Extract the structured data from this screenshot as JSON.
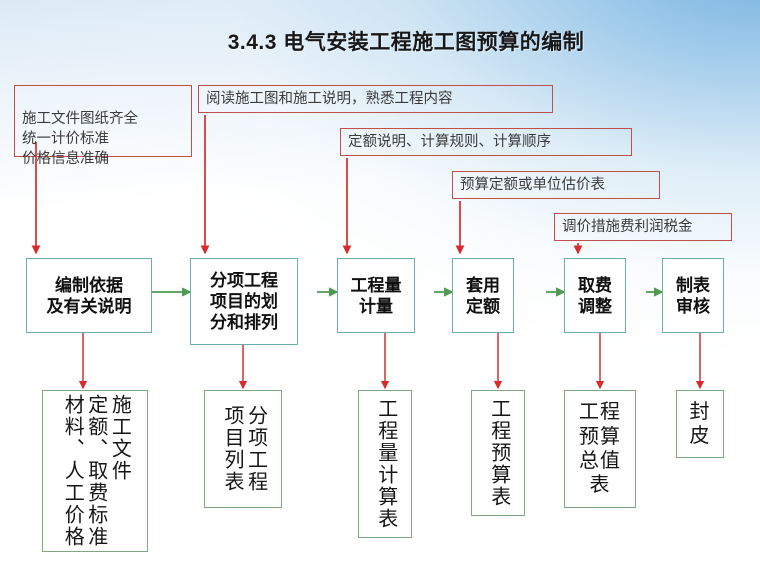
{
  "page": {
    "title": "3.4.3 电气安装工程施工图预算的编制",
    "accent_teal": "#6aaeb2",
    "accent_red": "#c0504d",
    "accent_green": "#5f9e5f",
    "arrow_green": "#4e9a4e",
    "arrow_red": "#d92b2b",
    "background_blue": "#8bc0e6"
  },
  "notes": [
    {
      "id": "note-conditions",
      "text": "施工文件图纸齐全\n统一计价标准\n价格信息准确"
    },
    {
      "id": "note-read-drawings",
      "text": "阅读施工图和施工说明，熟悉工程内容"
    },
    {
      "id": "note-quota-rules",
      "text": "定额说明、计算规则、计算顺序"
    },
    {
      "id": "note-budget-quota",
      "text": "预算定额或单位估价表"
    },
    {
      "id": "note-price-adjust",
      "text": "调价措施费利润税金"
    }
  ],
  "steps": [
    {
      "id": "step-basis",
      "text": "编制依据\n及有关说明"
    },
    {
      "id": "step-itemize",
      "text": "分项工程\n项目的划\n分和排列"
    },
    {
      "id": "step-quantity",
      "text": "工程量\n计量"
    },
    {
      "id": "step-apply-quota",
      "text": "套用\n定额"
    },
    {
      "id": "step-fee-adjust",
      "text": "取费\n调整"
    },
    {
      "id": "step-tabulate-review",
      "text": "制表\n审核"
    }
  ],
  "outputs": [
    {
      "id": "output-basis-docs",
      "text": "施工文件\n定额、取费标准\n材料、人工价格",
      "orientation": "vertical"
    },
    {
      "id": "output-item-list",
      "text": "分项工程\n项目列表",
      "orientation": "vertical"
    },
    {
      "id": "output-quantity-sheet",
      "text": "工程量计算表",
      "orientation": "vertical"
    },
    {
      "id": "output-budget-sheet",
      "text": "工程预算表",
      "orientation": "vertical"
    },
    {
      "id": "output-budget-total",
      "text": "工程\n预算\n总值\n表",
      "orientation": "horizontal"
    },
    {
      "id": "output-cover",
      "text": "封\n皮",
      "orientation": "horizontal"
    }
  ]
}
